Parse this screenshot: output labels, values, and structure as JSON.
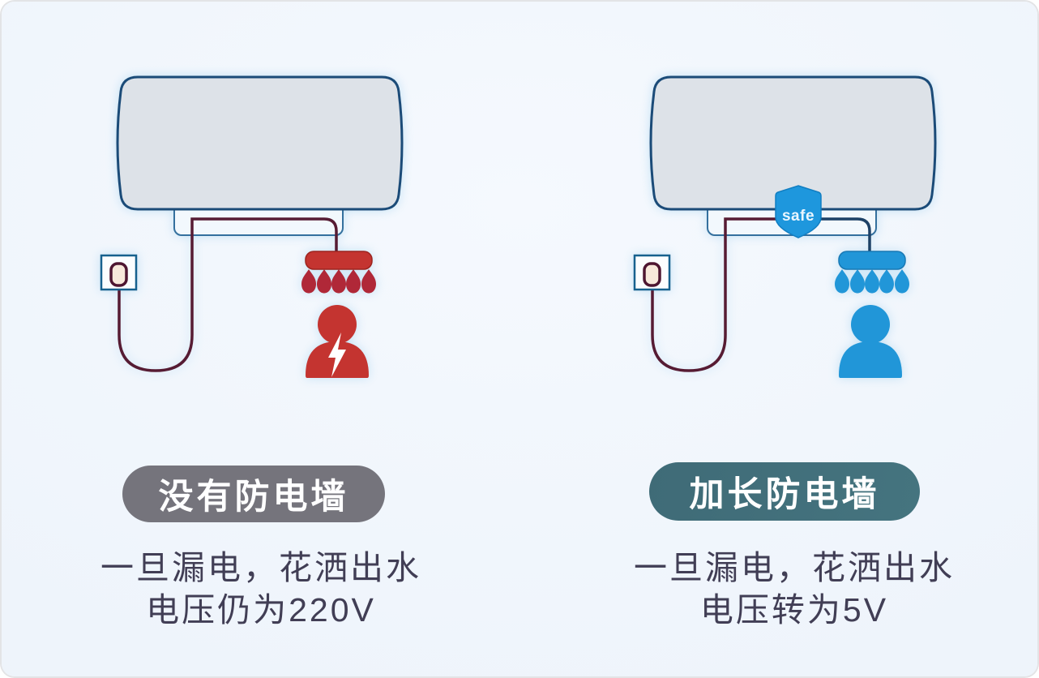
{
  "colors": {
    "background": "#eff5fc",
    "tank_fill": "#dde2e8",
    "tank_outline": "#1b4b78",
    "bracket_fill": "#f2f8fd",
    "cord_red": "#561b33",
    "pipe_navy": "#1d4166",
    "outlet_outline": "#17618e",
    "danger_red": "#c43430",
    "drop_red": "#b02838",
    "safe_blue": "#2196d8",
    "shield_blue": "#1e97dd",
    "badge_grey": "#75747c",
    "badge_teal": "#45747f",
    "caption_text": "#413e55"
  },
  "icons": {
    "water-heater-icon": "barrel-tank shape",
    "mounting-bracket": "rounded bracket under tank",
    "power-outlet-icon": "wall socket square with plug",
    "power-cord": "curved maroon cable",
    "shower-head-icon": "rounded bar shower head",
    "water-drop-icon": "teardrop",
    "person-icon": "head and shoulders silhouette",
    "lightning-bolt-icon": "white zigzag bolt",
    "safe-shield-icon": "blue shield badge"
  },
  "left": {
    "badge": "没有防电墙",
    "caption_line1": "一旦漏电，花洒出水",
    "caption_line2": "电压仍为220V",
    "voltage": "220V"
  },
  "right": {
    "badge": "加长防电墙",
    "caption_line1": "一旦漏电，花洒出水",
    "caption_line2": "电压转为5V",
    "voltage": "5V",
    "shield_label": "safe"
  }
}
